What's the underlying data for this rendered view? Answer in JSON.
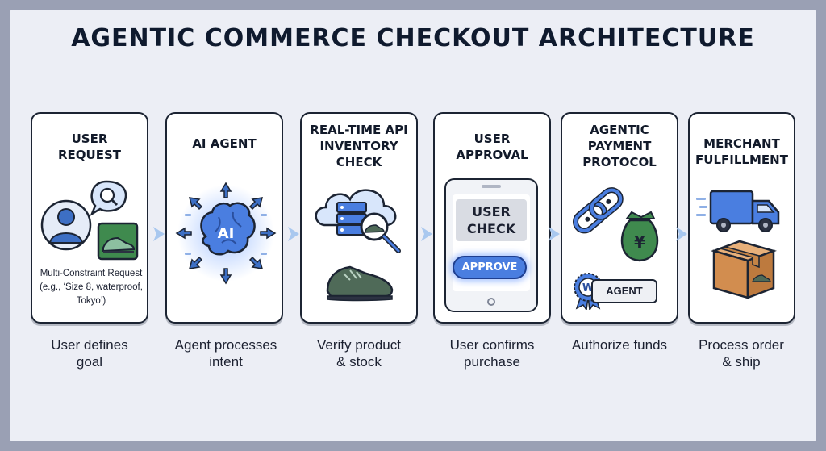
{
  "title": "AGENTIC COMMERCE CHECKOUT ARCHITECTURE",
  "steps": [
    {
      "title": "USER\nREQUEST",
      "note": "Multi-Constraint Request (e.g., ‘Size 8, waterproof, Tokyo’)",
      "caption": "User defines\ngoal",
      "icons": [
        "user-avatar-icon",
        "search-bubble-icon",
        "shoe-icon"
      ]
    },
    {
      "title": "AI AGENT",
      "brain_label": "AI",
      "caption": "Agent processes\nintent",
      "icons": [
        "ai-brain-icon"
      ]
    },
    {
      "title": "REAL-TIME API\nINVENTORY\nCHECK",
      "caption": "Verify product\n& stock",
      "icons": [
        "cloud-server-icon",
        "magnifier-icon",
        "shoe-icon"
      ]
    },
    {
      "title": "USER\nAPPROVAL",
      "screen_label": "USER\nCHECK",
      "button_label": "APPROVE",
      "caption": "User confirms\npurchase",
      "icons": [
        "phone-icon"
      ]
    },
    {
      "title": "AGENTIC\nPAYMENT\nPROTOCOL",
      "badge_seal": "W",
      "badge_label": "AGENT",
      "money_symbol": "¥",
      "caption": "Authorize funds",
      "icons": [
        "chain-link-icon",
        "money-bag-icon",
        "ribbon-seal-icon"
      ]
    },
    {
      "title": "MERCHANT\nFULFILLMENT",
      "caption": "Process order\n& ship",
      "icons": [
        "delivery-truck-icon",
        "package-box-icon"
      ]
    }
  ],
  "colors": {
    "accent_blue": "#4a7ee0",
    "arrow_blue": "#a9c8ef",
    "ink": "#1c2433",
    "green": "#3f8a4e"
  }
}
